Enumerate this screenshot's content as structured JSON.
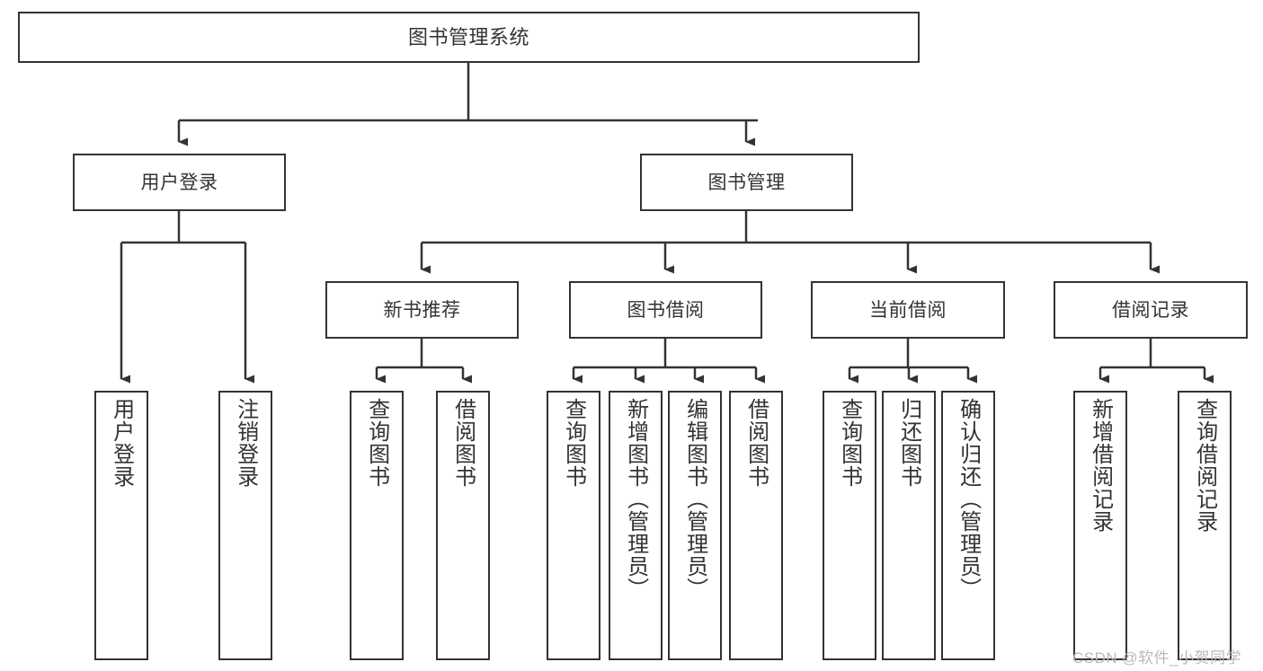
{
  "diagram": {
    "title": "图书管理系统",
    "type": "hierarchy-tree",
    "levels": 3,
    "nodes": {
      "root": {
        "label": "图书管理系统"
      },
      "level1": [
        {
          "id": "user-login",
          "label": "用户登录"
        },
        {
          "id": "book-management",
          "label": "图书管理"
        }
      ],
      "level2": [
        {
          "id": "new-book-recommend",
          "label": "新书推荐",
          "parent": "book-management"
        },
        {
          "id": "book-borrow",
          "label": "图书借阅",
          "parent": "book-management"
        },
        {
          "id": "current-borrow",
          "label": "当前借阅",
          "parent": "book-management"
        },
        {
          "id": "borrow-record",
          "label": "借阅记录",
          "parent": "book-management"
        }
      ],
      "leaves": {
        "user-login": [
          {
            "id": "leaf-user-login",
            "label": "用户登录"
          },
          {
            "id": "leaf-user-logout",
            "label": "注销登录"
          }
        ],
        "new-book-recommend": [
          {
            "id": "leaf-query-book-1",
            "label": "查询图书"
          },
          {
            "id": "leaf-borrow-book-1",
            "label": "借阅图书"
          }
        ],
        "book-borrow": [
          {
            "id": "leaf-query-book-2",
            "label": "查询图书"
          },
          {
            "id": "leaf-add-book",
            "label": "新增图书（管理员）"
          },
          {
            "id": "leaf-edit-book",
            "label": "编辑图书（管理员）"
          },
          {
            "id": "leaf-borrow-book-2",
            "label": "借阅图书"
          }
        ],
        "current-borrow": [
          {
            "id": "leaf-query-book-3",
            "label": "查询图书"
          },
          {
            "id": "leaf-return-book",
            "label": "归还图书"
          },
          {
            "id": "leaf-confirm-return",
            "label": "确认归还（管理员）"
          }
        ],
        "borrow-record": [
          {
            "id": "leaf-add-record",
            "label": "新增借阅记录"
          },
          {
            "id": "leaf-query-record",
            "label": "查询借阅记录"
          }
        ]
      }
    },
    "colors": {
      "background": "#ffffff",
      "node_border": "#333333",
      "node_fill": "#ffffff",
      "text": "#333333",
      "edge": "#333333",
      "watermark": "#b9b9b9"
    }
  },
  "watermark": {
    "text": "CSDN @软件_小贺同学"
  }
}
